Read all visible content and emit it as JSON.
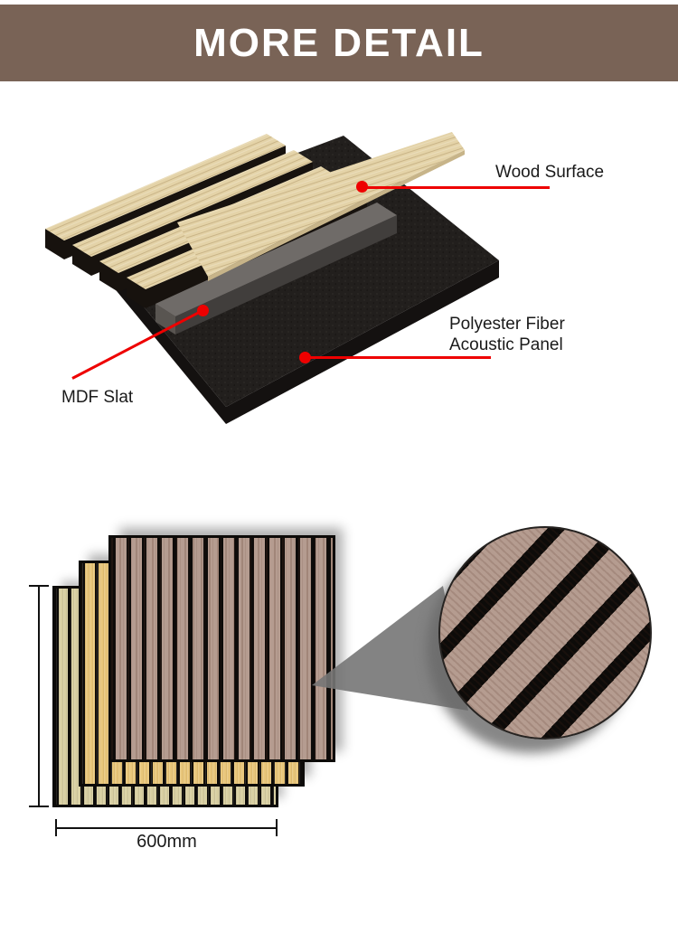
{
  "header": {
    "title": "MORE DETAIL"
  },
  "exploded_view": {
    "callouts": {
      "wood_surface": {
        "label": "Wood Surface"
      },
      "polyester": {
        "lines": [
          "Polyester Fiber",
          "Acoustic Panel"
        ]
      },
      "mdf": {
        "label": "MDF Slat"
      }
    }
  },
  "dimension_view": {
    "width_label": "600mm"
  },
  "colors": {
    "banner_bg": "#796356",
    "banner_text": "#ffffff",
    "callout_red": "#ee0000",
    "label_text": "#1a1a1a",
    "felt": "#221f1d",
    "felt_edge": "#141110",
    "wood_light": "#e4d3a8",
    "wood_side": "#17120e",
    "mdf_top": "#6f6b68",
    "mdf_side": "#413e3c",
    "mdf_face": "#595551",
    "plank_edge": "#c7b489",
    "panel_pale": "#d8cfa2",
    "panel_gold": "#e8c67a",
    "panel_walnut": "#b59c90",
    "groove": "#0d0b09",
    "cone": "#757575",
    "dim": "#111111"
  }
}
